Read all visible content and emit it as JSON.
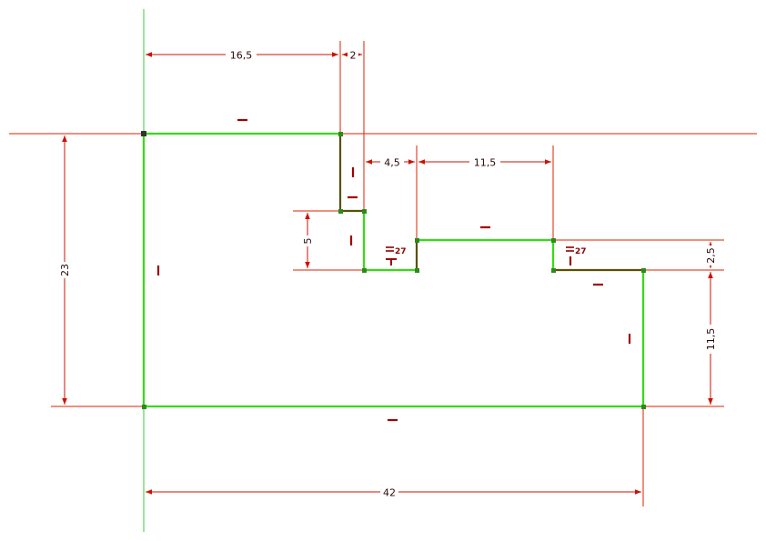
{
  "colors": {
    "sketch": "#33dd11",
    "sketch_dark": "#5a5000",
    "construction": "#dd2200",
    "dimension": "#cc1100",
    "constraint": "#a00000",
    "point": "#2c8a1c",
    "axis": "#33cc33"
  },
  "dimensions": [
    {
      "id": "dim-16-5",
      "value": "16,5"
    },
    {
      "id": "dim-2",
      "value": "2"
    },
    {
      "id": "dim-4-5",
      "value": "4,5"
    },
    {
      "id": "dim-11-5-top",
      "value": "11,5"
    },
    {
      "id": "dim-23",
      "value": "23"
    },
    {
      "id": "dim-5",
      "value": "5"
    },
    {
      "id": "dim-2-5",
      "value": "2,5"
    },
    {
      "id": "dim-11-5-right",
      "value": "11,5"
    },
    {
      "id": "dim-42",
      "value": "42"
    }
  ],
  "equal_labels": [
    {
      "id": "eq-left",
      "text": "27"
    },
    {
      "id": "eq-right",
      "text": "27"
    }
  ]
}
